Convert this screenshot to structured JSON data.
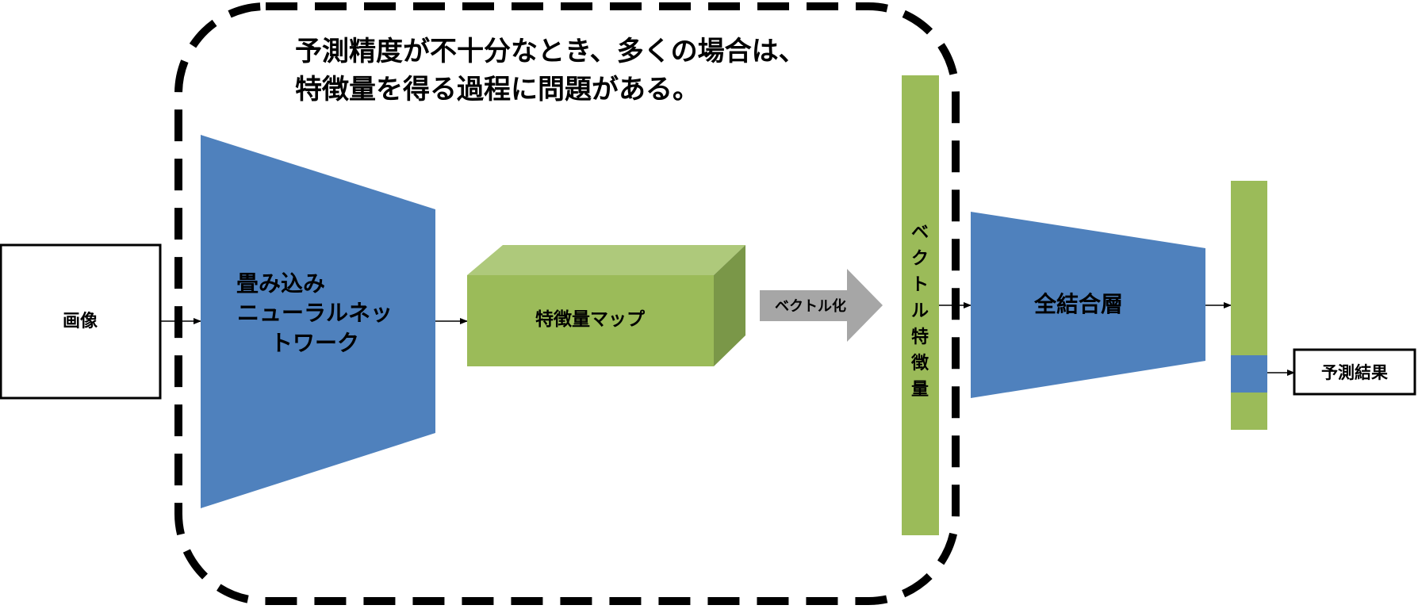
{
  "annotation": {
    "line1": "予測精度が不十分なとき、多くの場合は、",
    "line2": "特徴量を得る過程に問題がある。"
  },
  "input_box": {
    "label": "画像"
  },
  "cnn": {
    "line1": "畳み込み",
    "line2": "ニューラルネッ",
    "line3": "トワーク"
  },
  "feature_map": {
    "label": "特徴量マップ"
  },
  "vectorize_arrow": {
    "label": "ベクトル化"
  },
  "vector_feature": {
    "chars": [
      "ベ",
      "ク",
      "ト",
      "ル",
      "特",
      "徴",
      "量"
    ]
  },
  "fc_layer": {
    "label": "全結合層"
  },
  "output_box": {
    "label": "予測結果"
  },
  "colors": {
    "blue": "#4f81bd",
    "green": "#9bbb59",
    "green_light": "#aec97b",
    "green_dark": "#7a9748",
    "gray": "#a6a6a6",
    "black": "#000000"
  }
}
